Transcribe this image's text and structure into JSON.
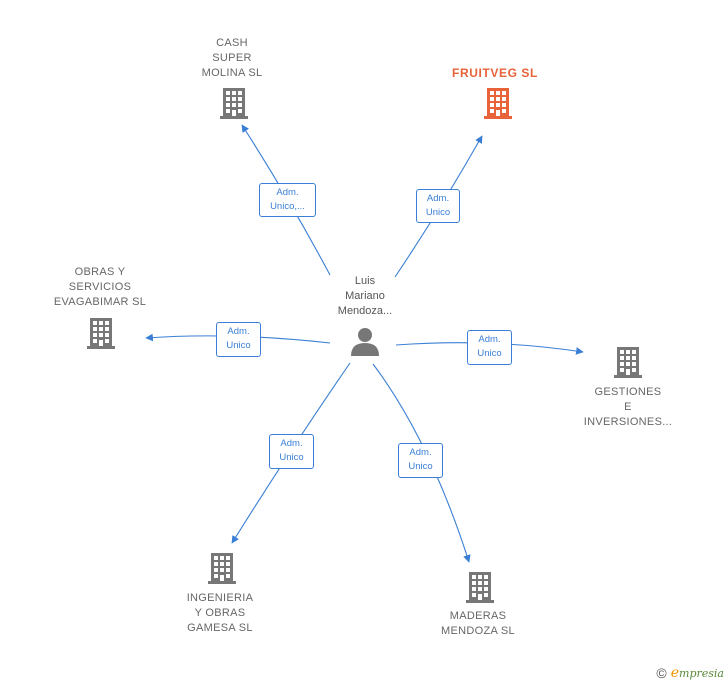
{
  "center": {
    "label": "Luis\nMariano\nMendoza...",
    "icon": "person-icon"
  },
  "companies": [
    {
      "id": "cash",
      "label": "CASH\nSUPER\nMOLINA SL",
      "highlight": false,
      "icon": "building-icon",
      "edge_label": "Adm.\nUnico,..."
    },
    {
      "id": "fruitveg",
      "label": "FRUITVEG  SL",
      "highlight": true,
      "icon": "building-icon",
      "edge_label": "Adm.\nUnico"
    },
    {
      "id": "obras",
      "label": "OBRAS Y\nSERVICIOS\nEVAGABIMAR SL",
      "highlight": false,
      "icon": "building-icon",
      "edge_label": "Adm.\nUnico"
    },
    {
      "id": "gestiones",
      "label": "GESTIONES\nE\nINVERSIONES...",
      "highlight": false,
      "icon": "building-icon",
      "edge_label": "Adm.\nUnico"
    },
    {
      "id": "ingenieria",
      "label": "INGENIERIA\nY OBRAS\nGAMESA SL",
      "highlight": false,
      "icon": "building-icon",
      "edge_label": "Adm.\nUnico"
    },
    {
      "id": "maderas",
      "label": "MADERAS\nMENDOZA  SL",
      "highlight": false,
      "icon": "building-icon",
      "edge_label": "Adm.\nUnico"
    }
  ],
  "colors": {
    "edge": "#3a7fd5",
    "node": "#777777",
    "highlight": "#e8623a",
    "person": "#777777"
  },
  "brand": {
    "copyright": "©",
    "initial": "e",
    "name": "mpresia"
  }
}
